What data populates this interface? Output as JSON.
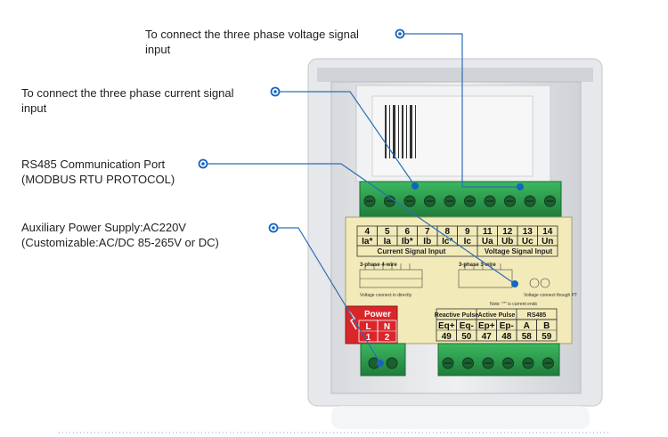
{
  "callouts": {
    "voltage": {
      "line1": "To connect the three phase voltage signal",
      "line2": "input"
    },
    "current": {
      "line1": "To connect the three phase current signal",
      "line2": "input"
    },
    "rs485": {
      "line1": "RS485 Communication Port",
      "line2": "(MODBUS RTU PROTOCOL)"
    },
    "power": {
      "line1": "Auxiliary Power Supply:AC220V",
      "line2": "(Customizable:AC/DC 85-265V or DC)"
    }
  },
  "terminal_label": {
    "top_numbers": [
      "4",
      "5",
      "6",
      "7",
      "8",
      "9",
      "11",
      "12",
      "13",
      "14"
    ],
    "top_signals": [
      "Ia*",
      "Ia",
      "Ib*",
      "Ib",
      "Ic*",
      "Ic",
      "Ua",
      "Ub",
      "Uc",
      "Un"
    ],
    "current_group": "Current Signal Input",
    "voltage_group": "Voltage Signal Input",
    "diagram_left": "3-phase 4-wire",
    "diagram_right": "3-phase 3-wire",
    "diagram_left_note": "Voltage connect in directly",
    "diagram_right_note": "Voltage connect though PT",
    "note": "Note: \"*\" is current ends",
    "pulse_headers": [
      "Reactive Pulse",
      "Active Pulse",
      "RS485"
    ],
    "pulse_signals": [
      "Eq+",
      "Eq-",
      "Ep+",
      "Ep-",
      "A",
      "B"
    ],
    "pulse_numbers": [
      "49",
      "50",
      "47",
      "48",
      "58",
      "59"
    ]
  },
  "power_label": {
    "title": "Power",
    "signals": [
      "L",
      "N"
    ],
    "numbers": [
      "1",
      "2"
    ]
  },
  "colors": {
    "accent": "#1565c0",
    "callout_line": "#2a6fb7",
    "terminal_green": "#2e9e4f",
    "label_yellow": "#f2eab8",
    "power_red": "#d9262a"
  }
}
